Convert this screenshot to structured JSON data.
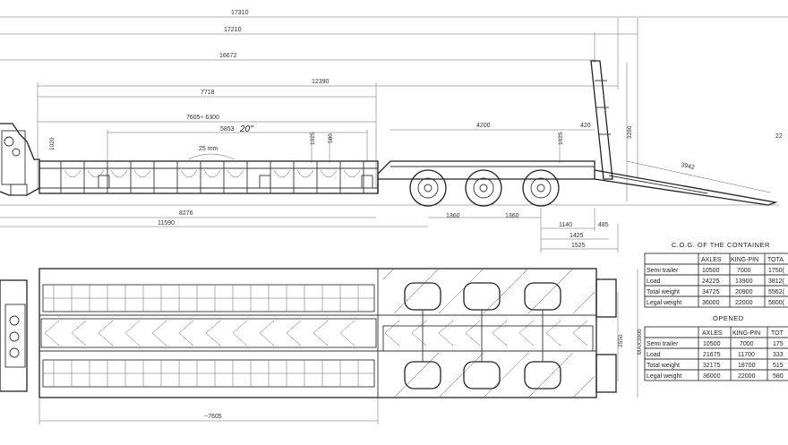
{
  "dimensions": {
    "overall_17310": "17310",
    "d17210": "17210",
    "d16672": "16672",
    "d12390": "12390",
    "d7718": "7718",
    "d7605_6300": "7605÷ 6300",
    "d5853": "5853",
    "container_20": "20\"",
    "d4200": "4200",
    "d420": "420",
    "d25mm": "25 mm",
    "v1025a": "1025",
    "v580": "580",
    "v1025b": "1025",
    "v3280": "3280",
    "v225": "22",
    "v1020": "1020",
    "ramp_3942": "3942",
    "d8276": "8276",
    "d11590": "11590",
    "d1360a": "1360",
    "d1360b": "1360",
    "d1140": "1140",
    "d1425": "1425",
    "d1525": "1525",
    "d485": "485",
    "v2550": "2550",
    "vmax3000": "MAX3000",
    "d7605": "~7605"
  },
  "table_cog": {
    "title": "C.O.G. OF THE CONTAINER",
    "headers": [
      "",
      "AXLES",
      "KING-PIN",
      "TOTA"
    ],
    "rows": [
      [
        "Semi trailer",
        "10500",
        "7000",
        "1750("
      ],
      [
        "Load",
        "24225",
        "13900",
        "3812("
      ],
      [
        "Total weight",
        "34725",
        "20900",
        "5562("
      ],
      [
        "Legal weight",
        "36000",
        "22000",
        "5800("
      ]
    ]
  },
  "table_opened": {
    "title": "OPENED",
    "headers": [
      "",
      "AXLES",
      "KING-PIN",
      "TOT"
    ],
    "rows": [
      [
        "Semi trailer",
        "10500",
        "7000",
        "175"
      ],
      [
        "Load",
        "21675",
        "11700",
        "333"
      ],
      [
        "Total weight",
        "32175",
        "18700",
        "515"
      ],
      [
        "Legal weight",
        "36000",
        "22000",
        "580"
      ]
    ]
  }
}
